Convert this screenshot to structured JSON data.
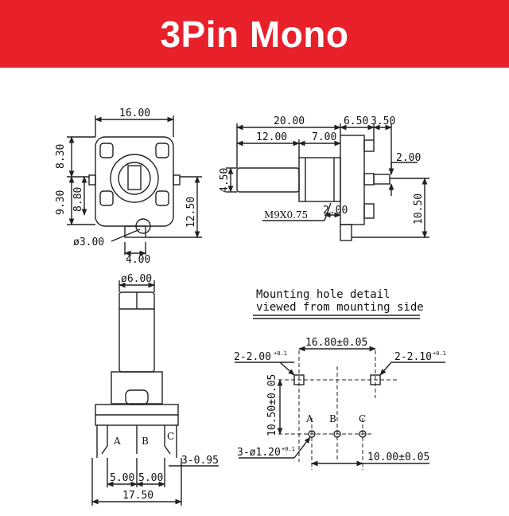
{
  "banner": {
    "title": "3Pin Mono",
    "bg_color": "#e8202a",
    "text_color": "#ffffff"
  },
  "drawing": {
    "line_color": "#222222",
    "front_view": {
      "width": "16.00",
      "top_height": "8.30",
      "mid_height": "9.30",
      "inner_height": "8.80",
      "right_height": "12.50",
      "hole": "ø3.00",
      "tab": "4.00"
    },
    "side_view": {
      "total_length": "20.00",
      "front_shaft": "12.00",
      "mid": "7.00",
      "body_a": "6.50",
      "body_b": "3.50",
      "shaft_dia": "4.50",
      "thread": "M9X0.75",
      "pin_width": "2.00",
      "pin_length": "2.00",
      "height": "10.50"
    },
    "bottom_view": {
      "shaft_dia": "ø6.00",
      "pins": [
        "A",
        "B",
        "C"
      ],
      "pin_spec": "3-0.95",
      "pitch_a": "5.00",
      "pitch_b": "5.00",
      "width": "17.50"
    },
    "mounting": {
      "title_line1": "Mounting hole detail",
      "title_line2": "viewed from mounting side",
      "spacing": "16.80±0.05",
      "left_hole": "2-2.00",
      "left_hole_tol": "+0.1",
      "right_hole": "2-2.10",
      "right_hole_tol": "+0.1",
      "vertical": "10.50±0.05",
      "pins": [
        "A",
        "B",
        "C"
      ],
      "pin_hole": "3-ø1.20",
      "pin_hole_tol": "+0.1",
      "pin_span": "10.00±0.05"
    }
  }
}
